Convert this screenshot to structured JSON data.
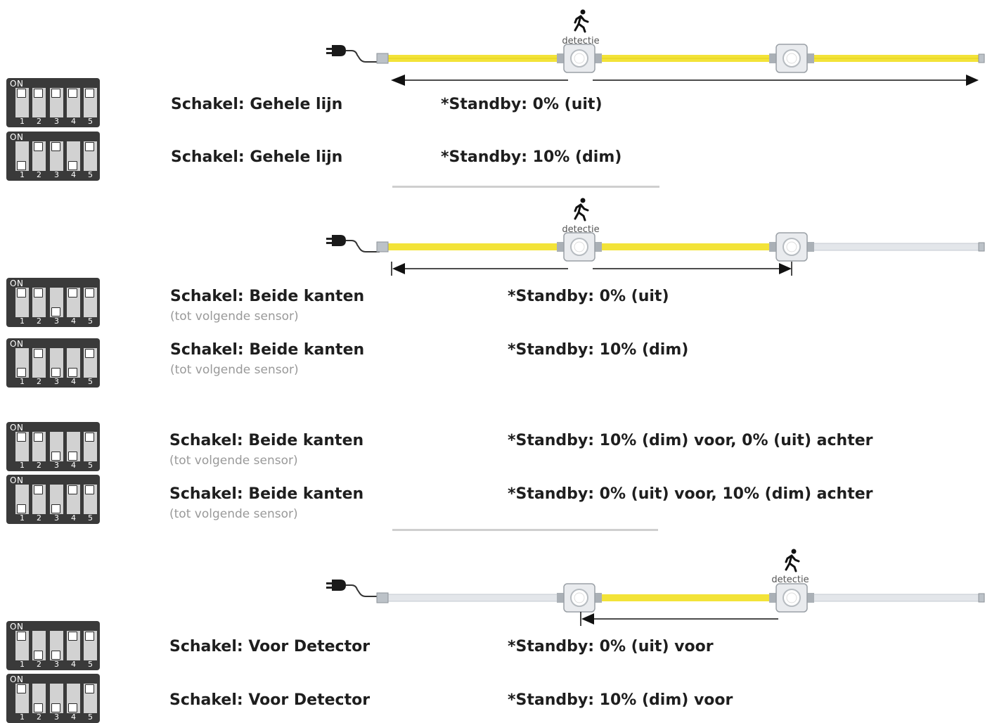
{
  "detection_label": "detectie",
  "dip_on_label": "ON",
  "dip_numbers": [
    "1",
    "2",
    "3",
    "4",
    "5"
  ],
  "colors": {
    "lit_tube": "#f3e338",
    "off_tube": "#e3e6ea",
    "dip_body": "#3a3a3a",
    "arrow": "#111111",
    "text": "#1e1e1e",
    "subtext": "#999999"
  },
  "sections": [
    {
      "rows": [
        {
          "switches": [
            "up",
            "up",
            "up",
            "up",
            "up"
          ],
          "label": "Schakel: Gehele lijn",
          "sublabel": "",
          "standby": "*Standby: 0% (uit)"
        },
        {
          "switches": [
            "down",
            "up",
            "up",
            "down",
            "up"
          ],
          "label": "Schakel: Gehele lijn",
          "sublabel": "",
          "standby": "*Standby: 10% (dim)"
        }
      ]
    },
    {
      "rows": [
        {
          "switches": [
            "up",
            "up",
            "down",
            "up",
            "up"
          ],
          "label": "Schakel: Beide kanten",
          "sublabel": "(tot volgende sensor)",
          "standby": "*Standby: 0% (uit)"
        },
        {
          "switches": [
            "down",
            "up",
            "down",
            "down",
            "up"
          ],
          "label": "Schakel: Beide kanten",
          "sublabel": "(tot volgende sensor)",
          "standby": "*Standby: 10% (dim)"
        },
        {
          "switches": [
            "up",
            "up",
            "down",
            "down",
            "up"
          ],
          "label": "Schakel: Beide kanten",
          "sublabel": "(tot volgende sensor)",
          "standby": "*Standby: 10% (dim) voor, 0% (uit) achter"
        },
        {
          "switches": [
            "down",
            "up",
            "down",
            "up",
            "up"
          ],
          "label": "Schakel: Beide kanten",
          "sublabel": "(tot volgende sensor)",
          "standby": "*Standby: 0% (uit) voor, 10% (dim) achter"
        }
      ]
    },
    {
      "rows": [
        {
          "switches": [
            "up",
            "down",
            "down",
            "up",
            "up"
          ],
          "label": "Schakel: Voor Detector",
          "sublabel": "",
          "standby": "*Standby: 0% (uit) voor"
        },
        {
          "switches": [
            "up",
            "down",
            "down",
            "down",
            "up"
          ],
          "label": "Schakel: Voor Detector",
          "sublabel": "",
          "standby": "*Standby: 10% (dim) voor"
        }
      ]
    }
  ]
}
